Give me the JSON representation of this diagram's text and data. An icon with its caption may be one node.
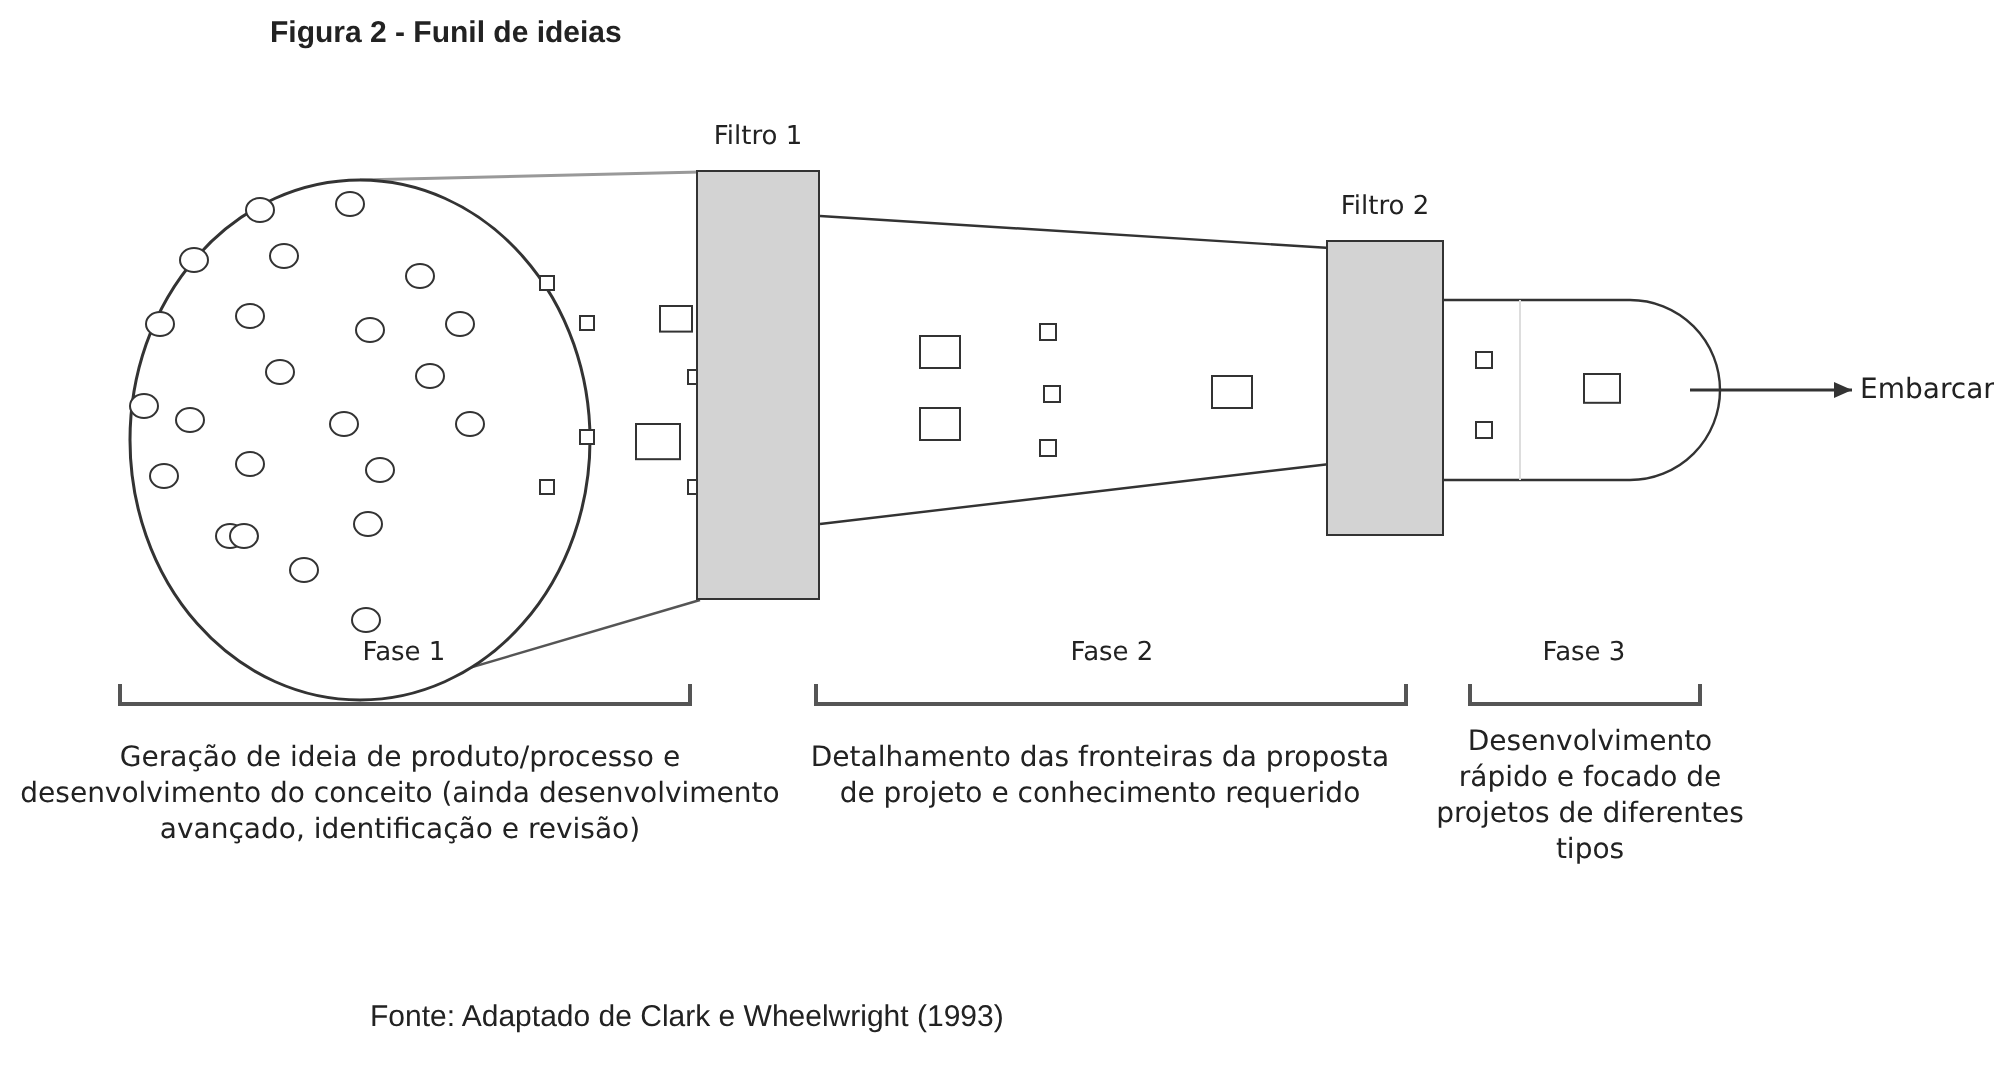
{
  "diagram": {
    "title": "Figura 2 - Funil de ideias",
    "caption": "Fonte: Adaptado de Clark e Wheelwright (1993)",
    "nodes": [
      {
        "text": [
          "Filtro 1"
        ]
      },
      {
        "text": [
          "Filtro 2"
        ]
      },
      {
        "text": [
          "Embarcar"
        ]
      }
    ],
    "edges": [
      {
        "from": null,
        "to": 2,
        "arrow": "to"
      }
    ],
    "labels": [
      "Fase 1",
      "Fase 2",
      "Fase 3",
      "Geração de ideia de produto/processo e desenvolvimento do conceito (ainda desenvolvimento avançado, identificação e revisão)",
      "Detalhamento das fronteiras da proposta de projeto e conhecimento requerido",
      "Desenvolvimento rápido e focado de projetos de diferentes tipos"
    ]
  }
}
